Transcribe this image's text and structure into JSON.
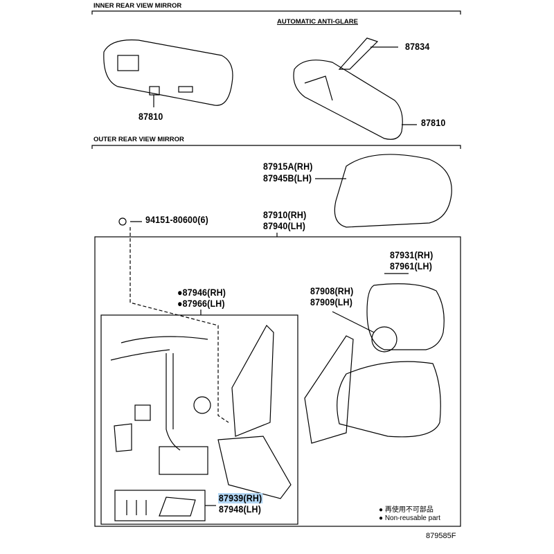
{
  "sections": {
    "inner": "INNER REAR VIEW MIRROR",
    "outer": "OUTER REAR VIEW MIRROR",
    "auto_anti_glare": "AUTOMATIC ANTI-GLARE"
  },
  "parts": {
    "p87834": "87834",
    "p87810_a": "87810",
    "p87810_b": "87810",
    "p87915": "87915A(RH)",
    "p87945": "87945B(LH)",
    "p94151": "94151-80600(6)",
    "p87910": "87910(RH)",
    "p87940": "87940(LH)",
    "p87931": "87931(RH)",
    "p87961": "87961(LH)",
    "p87908": "87908(RH)",
    "p87909": "87909(LH)",
    "p87946": "●87946(RH)",
    "p87966": "●87966(LH)",
    "p87939": "87939(RH)",
    "p87948": "87948(LH)"
  },
  "legend": {
    "jp": "再使用不可部品",
    "en": "Non-reusable part"
  },
  "figure_id": "879585F",
  "colors": {
    "highlight": "#b3d7f5"
  }
}
